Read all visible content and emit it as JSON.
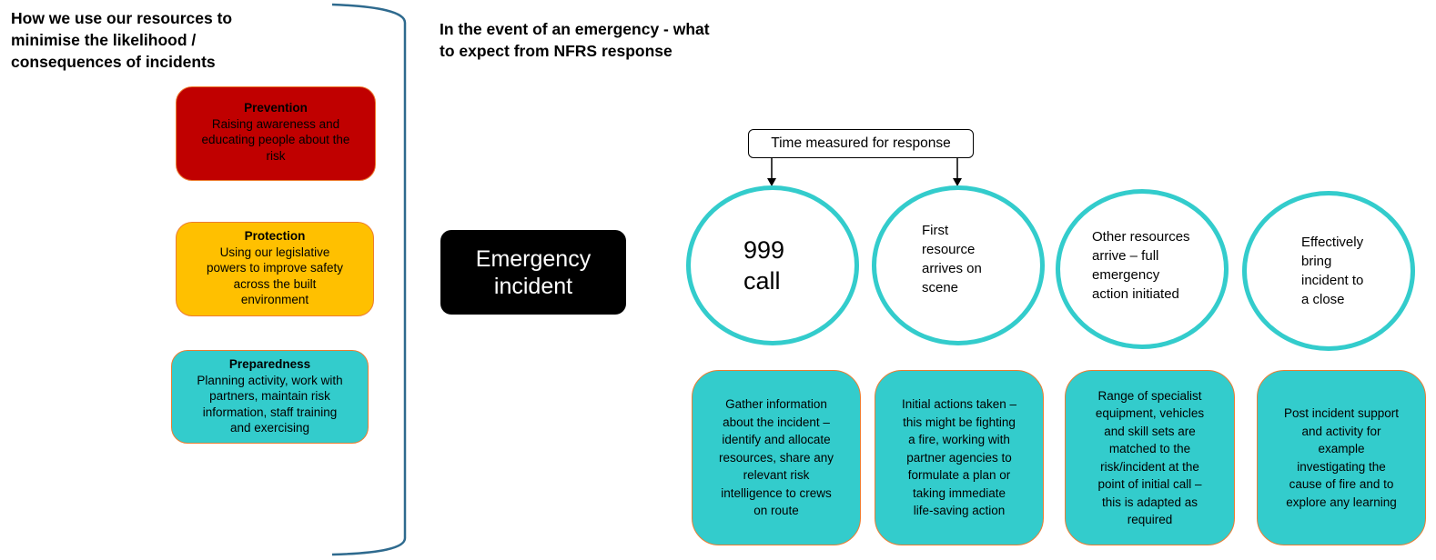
{
  "left": {
    "heading": [
      "How we use our resources to",
      "minimise the likelihood /",
      "consequences of incidents"
    ],
    "boxes": [
      {
        "title": "Prevention",
        "lines": [
          "Raising awareness and",
          "educating people about the",
          "risk"
        ],
        "color": "#c00000"
      },
      {
        "title": "Protection",
        "lines": [
          "Using our legislative",
          "powers to improve safety",
          "across the built",
          "environment"
        ],
        "color": "#ffc000"
      },
      {
        "title": "Preparedness",
        "lines": [
          "Planning activity, work with",
          "partners, maintain risk",
          "information, staff training",
          "and exercising"
        ],
        "color": "#33cccc"
      }
    ]
  },
  "right": {
    "heading": [
      "In the event of an emergency  - what",
      "to expect from NFRS response"
    ],
    "incident": [
      "Emergency",
      "incident"
    ],
    "time_label": "Time measured for response",
    "stages": [
      {
        "circle": [
          "999",
          "call"
        ],
        "detail": [
          "Gather information",
          "about the incident –",
          "identify and allocate",
          "resources, share any",
          "relevant risk",
          "intelligence to crews",
          "on route"
        ]
      },
      {
        "circle": [
          "First",
          "resource",
          "arrives on",
          "scene"
        ],
        "detail": [
          "Initial actions taken –",
          "this might be fighting",
          "a fire, working with",
          "partner agencies to",
          "formulate a plan or",
          "taking immediate",
          "life-saving action"
        ]
      },
      {
        "circle": [
          "Other resources",
          "arrive – full",
          "emergency",
          "action initiated"
        ],
        "detail": [
          "Range of specialist",
          "equipment, vehicles",
          "and skill sets are",
          "matched to the",
          "risk/incident at the",
          "point of initial call –",
          "this is adapted as",
          "required"
        ]
      },
      {
        "circle": [
          "Effectively",
          "bring",
          "incident to",
          "a close"
        ],
        "detail": [
          "Post incident support",
          "and activity for",
          "example",
          "investigating the",
          "cause of fire and to",
          "explore any learning"
        ]
      }
    ],
    "accent": "#33cccc",
    "border": "#ed7d31"
  }
}
